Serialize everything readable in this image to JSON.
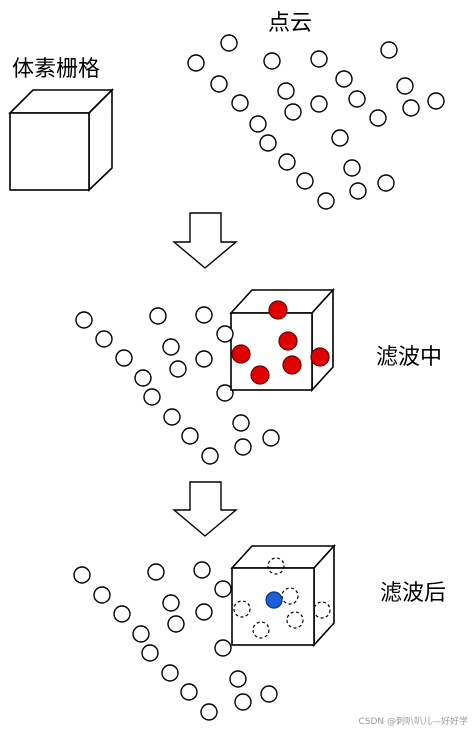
{
  "labels": {
    "voxel_grid": "体素栅格",
    "point_cloud": "点云",
    "filtering": "滤波中",
    "after_filter": "滤波后"
  },
  "watermark": "CSDN @刺叭叭儿—好好学",
  "colors": {
    "kept_point": "#1a5fd8",
    "in_voxel_point": "#e00000"
  }
}
